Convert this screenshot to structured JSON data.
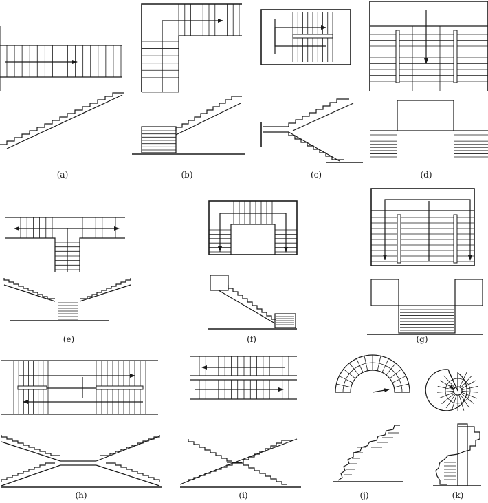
{
  "diagram": {
    "panels": [
      {
        "id": "a",
        "caption": "(a)"
      },
      {
        "id": "b",
        "caption": "(b)"
      },
      {
        "id": "c",
        "caption": "(c)"
      },
      {
        "id": "d",
        "caption": "(d)"
      },
      {
        "id": "e",
        "caption": "(e)"
      },
      {
        "id": "f",
        "caption": "(f)"
      },
      {
        "id": "g",
        "caption": "(g)"
      },
      {
        "id": "h",
        "caption": "(h)"
      },
      {
        "id": "i",
        "caption": "(i)"
      },
      {
        "id": "j",
        "caption": "(j)"
      },
      {
        "id": "k",
        "caption": "(k)"
      }
    ],
    "colors": {
      "ink": "#1a1a1a",
      "background": "#ffffff"
    }
  }
}
